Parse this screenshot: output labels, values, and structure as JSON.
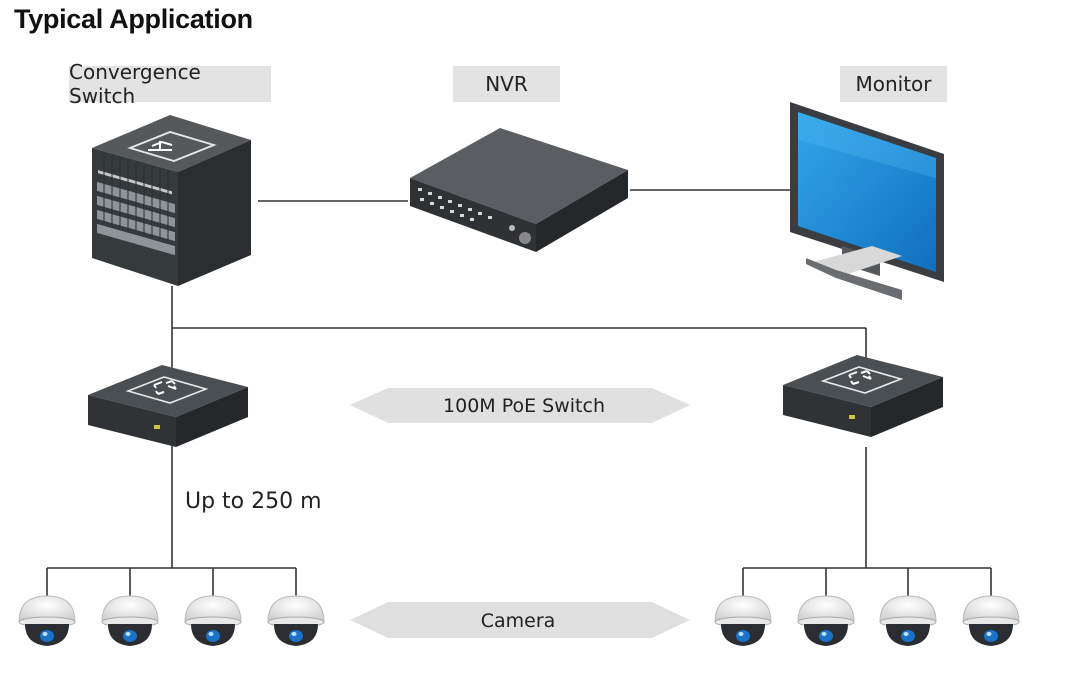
{
  "title": "Typical Application",
  "labels": {
    "convergence_switch": "Convergence Switch",
    "nvr": "NVR",
    "monitor": "Monitor",
    "poe_switch": "100M PoE Switch",
    "distance": "Up to 250 m",
    "camera": "Camera"
  },
  "colors": {
    "line": "#333333",
    "tag_bg": "#e3e3e3",
    "arrow_bg": "#e0e0e0",
    "device_dark": "#3b3f42",
    "screen_blue": "#1e88d6"
  },
  "icons": [
    "convergence-switch-icon",
    "nvr-icon",
    "monitor-icon",
    "poe-switch-icon",
    "dome-camera-icon"
  ]
}
